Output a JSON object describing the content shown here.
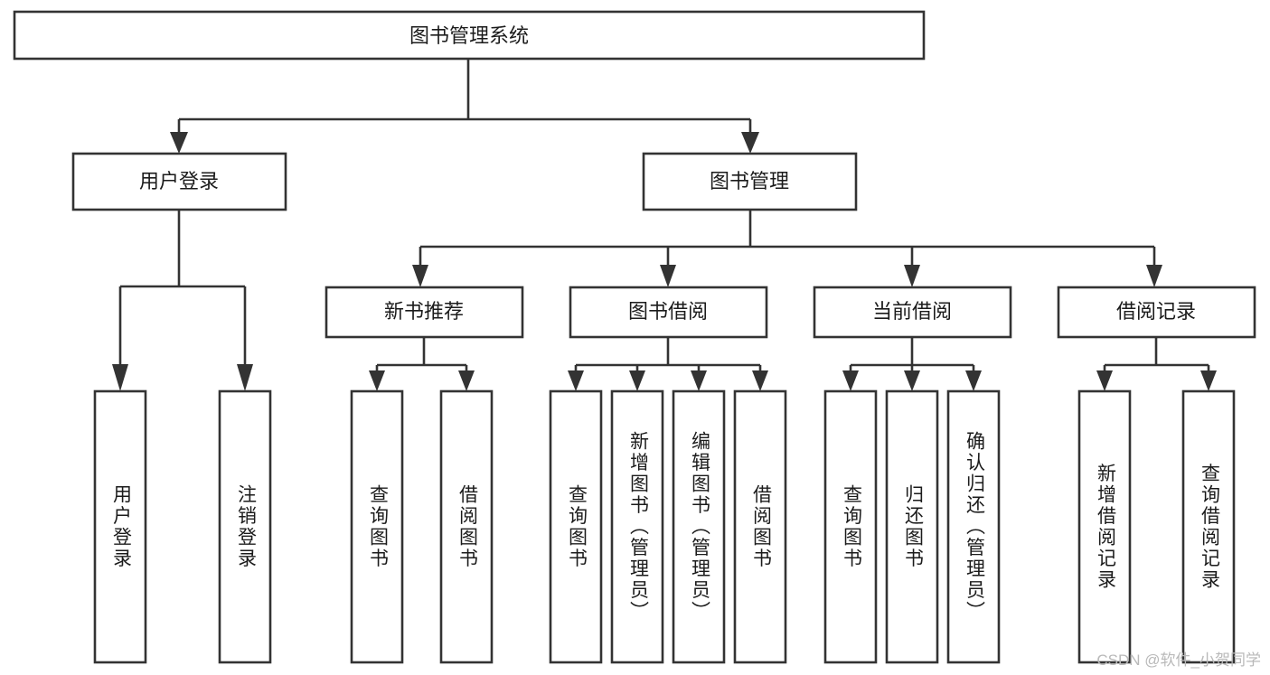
{
  "diagram": {
    "type": "tree-hierarchy",
    "title": "图书管理系统",
    "watermark": "CSDN @软件_小贺同学",
    "colors": {
      "stroke": "#333333",
      "fill": "#ffffff",
      "text": "#1b1b1b",
      "watermark": "#b9b9b9"
    },
    "levels": [
      {
        "level": 1,
        "nodes": [
          {
            "id": "root",
            "label": "图书管理系统",
            "orientation": "horizontal"
          }
        ]
      },
      {
        "level": 2,
        "nodes": [
          {
            "id": "user-login",
            "label": "用户登录",
            "orientation": "horizontal",
            "parent": "root"
          },
          {
            "id": "book-manage",
            "label": "图书管理",
            "orientation": "horizontal",
            "parent": "root"
          }
        ]
      },
      {
        "level": 3,
        "nodes": [
          {
            "id": "new-book-rec",
            "label": "新书推荐",
            "orientation": "horizontal",
            "parent": "book-manage"
          },
          {
            "id": "book-borrow",
            "label": "图书借阅",
            "orientation": "horizontal",
            "parent": "book-manage"
          },
          {
            "id": "current-borrow",
            "label": "当前借阅",
            "orientation": "horizontal",
            "parent": "book-manage"
          },
          {
            "id": "borrow-record",
            "label": "借阅记录",
            "orientation": "horizontal",
            "parent": "book-manage"
          }
        ]
      },
      {
        "level": 4,
        "nodes": [
          {
            "id": "leaf-1",
            "label": "用户登录",
            "orientation": "vertical",
            "parent": "user-login"
          },
          {
            "id": "leaf-2",
            "label": "注销登录",
            "orientation": "vertical",
            "parent": "user-login"
          },
          {
            "id": "leaf-3",
            "label": "查询图书",
            "orientation": "vertical",
            "parent": "new-book-rec"
          },
          {
            "id": "leaf-4",
            "label": "借阅图书",
            "orientation": "vertical",
            "parent": "new-book-rec"
          },
          {
            "id": "leaf-5",
            "label": "查询图书",
            "orientation": "vertical",
            "parent": "book-borrow"
          },
          {
            "id": "leaf-6",
            "label": "新增图书（管理员）",
            "orientation": "vertical",
            "parent": "book-borrow"
          },
          {
            "id": "leaf-7",
            "label": "编辑图书（管理员）",
            "orientation": "vertical",
            "parent": "book-borrow"
          },
          {
            "id": "leaf-8",
            "label": "借阅图书",
            "orientation": "vertical",
            "parent": "book-borrow"
          },
          {
            "id": "leaf-9",
            "label": "查询图书",
            "orientation": "vertical",
            "parent": "current-borrow"
          },
          {
            "id": "leaf-10",
            "label": "归还图书",
            "orientation": "vertical",
            "parent": "current-borrow"
          },
          {
            "id": "leaf-11",
            "label": "确认归还（管理员）",
            "orientation": "vertical",
            "parent": "current-borrow"
          },
          {
            "id": "leaf-12",
            "label": "新增借阅记录",
            "orientation": "vertical",
            "parent": "borrow-record"
          },
          {
            "id": "leaf-13",
            "label": "查询借阅记录",
            "orientation": "vertical",
            "parent": "borrow-record"
          }
        ]
      }
    ]
  }
}
